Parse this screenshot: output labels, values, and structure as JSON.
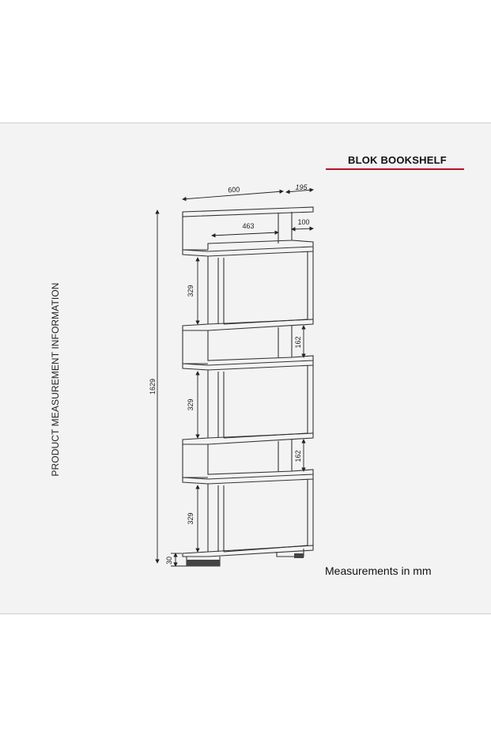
{
  "product": {
    "title": "BLOK BOOKSHELF",
    "side_label": "PRODUCT MEASUREMENT INFORMATION",
    "units_note": "Measurements in mm",
    "accent_color": "#d0021b"
  },
  "dimensions": {
    "width": "600",
    "depth": "195",
    "inner_width": "463",
    "inset": "100",
    "total_height": "1629",
    "compartment_height_1": "329",
    "compartment_height_2": "329",
    "compartment_height_3": "329",
    "small_gap_1": "162",
    "small_gap_2": "162",
    "base_height": "30"
  }
}
